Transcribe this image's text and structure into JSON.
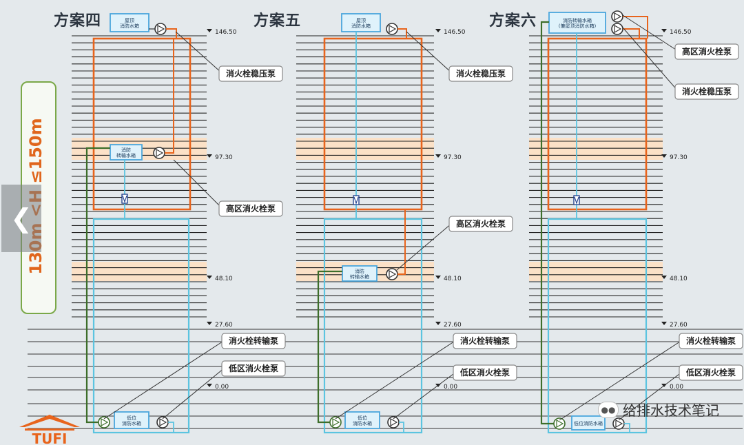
{
  "schemes": [
    {
      "title": "方案四",
      "top_tank": "屋顶\n消防水箱",
      "mid_tank": "消防\n转输水箱",
      "bottom_tank": "低位\n消防水箱"
    },
    {
      "title": "方案五",
      "top_tank": "屋顶\n消防水箱",
      "mid_tank": "消防\n转输水箱",
      "bottom_tank": "低位\n消防水箱"
    },
    {
      "title": "方案六",
      "top_tank": "消防转输水箱\n(兼屋顶消防水箱)",
      "bottom_tank": "低位消防水箱"
    }
  ],
  "elevations": [
    "146.50",
    "97.30",
    "48.10",
    "27.60",
    "0.00"
  ],
  "callouts": {
    "s4": [
      "消火栓稳压泵",
      "高区消火栓泵",
      "消火栓转输泵",
      "低区消火栓泵"
    ],
    "s5": [
      "消火栓稳压泵",
      "高区消火栓泵",
      "消火栓转输泵",
      "低区消火栓泵"
    ],
    "s6": [
      "高区消火栓泵",
      "消火栓稳压泵",
      "消火栓转输泵",
      "低区消火栓泵"
    ]
  },
  "height_range": "130m <H ≤150m",
  "watermark": "给排水技术笔记",
  "logo_text": "TUFI",
  "colors": {
    "high_zone": "#e8641c",
    "low_zone": "#5bc4e0",
    "transfer": "#3d6e2a",
    "refuge": "#fbe1c7",
    "tank": "#4aa6dc"
  }
}
